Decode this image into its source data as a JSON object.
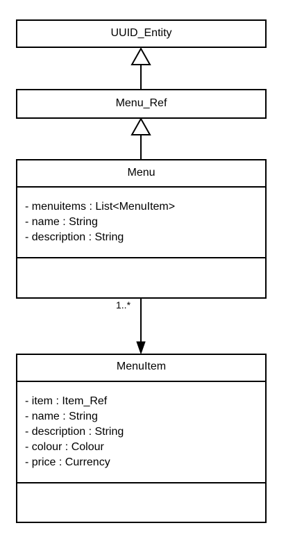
{
  "classes": {
    "uuid_entity": {
      "name": "UUID_Entity"
    },
    "menu_ref": {
      "name": "Menu_Ref"
    },
    "menu": {
      "name": "Menu",
      "attributes": [
        "- menuitems : List<MenuItem>",
        "- name : String",
        "- description : String"
      ]
    },
    "menuitem": {
      "name": "MenuItem",
      "attributes": [
        "- item : Item_Ref",
        "- name : String",
        "- description : String",
        "- colour : Colour",
        "- price : Currency"
      ]
    }
  },
  "relations": {
    "menu_to_menuitem": {
      "multiplicity": "1..*"
    }
  }
}
